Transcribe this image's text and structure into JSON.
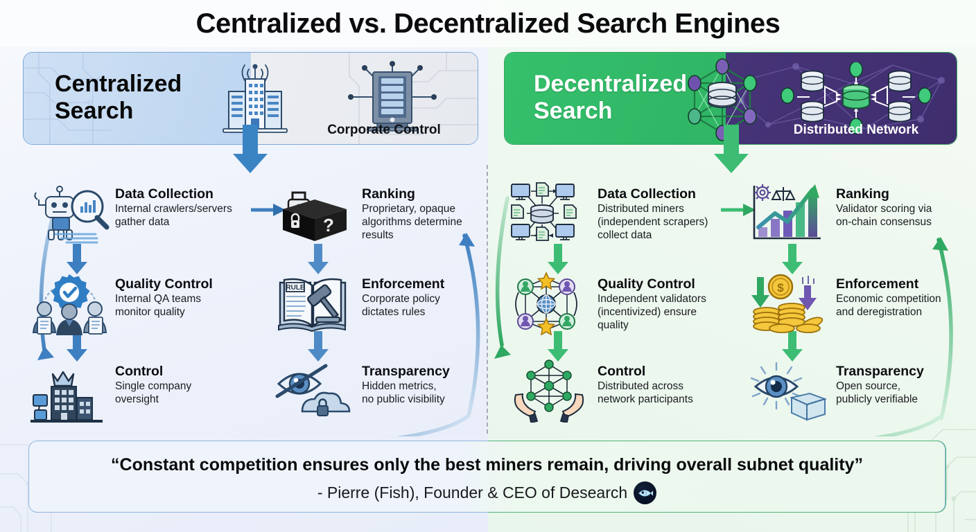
{
  "title": "Centralized vs. Decentralized Search Engines",
  "colors": {
    "left_accent": "#2f7fc4",
    "right_accent": "#2fb563",
    "left_banner_bg": "#c4daf2",
    "left_banner_bg2": "#e8ebef",
    "right_banner_bg": "#32bb68",
    "right_banner_bg2": "#433275",
    "title_color": "#0b0b0d"
  },
  "left": {
    "banner": {
      "heading": "Centralized\nSearch",
      "sublabel": "Corporate Control",
      "icon_building": "office-building-antenna-icon",
      "icon_server": "server-rack-icon"
    },
    "flow_arrow": "down-arrow-blue",
    "items": [
      {
        "title": "Data Collection",
        "desc": "Internal crawlers/servers\ngather data",
        "icon": "robot-magnifier-icon"
      },
      {
        "title": "Quality Control",
        "desc": "Internal QA teams\nmonitor quality",
        "icon": "qa-team-badge-icon"
      },
      {
        "title": "Control",
        "desc": "Single company\noversight",
        "icon": "crowned-company-building-icon"
      },
      {
        "title": "Ranking",
        "desc": "Proprietary, opaque\nalgorithms determine\nresults",
        "icon": "black-box-lock-question-icon"
      },
      {
        "title": "Enforcement",
        "desc": "Corporate policy\ndictates rules",
        "icon": "rulebook-gavel-icon"
      },
      {
        "title": "Transparency",
        "desc": "Hidden metrics,\nno public visibility",
        "icon": "crossed-eye-locked-cloud-icon"
      }
    ]
  },
  "right": {
    "banner": {
      "heading": "Decentralized\nSearch",
      "sublabel": "Distributed Network",
      "icon_cluster": "node-cluster-database-icon",
      "icon_network": "distributed-database-network-icon"
    },
    "flow_arrow": "down-arrow-green",
    "items": [
      {
        "title": "Data Collection",
        "desc": "Distributed miners\n(independent scrapers)\ncollect data",
        "icon": "distributed-computers-database-icon"
      },
      {
        "title": "Quality Control",
        "desc": "Independent validators\n(incentivized) ensure\nquality",
        "icon": "validator-network-star-icon"
      },
      {
        "title": "Control",
        "desc": "Distributed across\nnetwork participants",
        "icon": "hands-holding-network-icon"
      },
      {
        "title": "Ranking",
        "desc": "Validator scoring via\non-chain consensus",
        "icon": "growth-chart-scales-gear-icon"
      },
      {
        "title": "Enforcement",
        "desc": "Economic competition\nand deregistration",
        "icon": "coins-up-down-arrows-icon"
      },
      {
        "title": "Transparency",
        "desc": "Open source,\npublicly verifiable",
        "icon": "open-eye-glass-cube-icon"
      }
    ]
  },
  "quote": {
    "text": "“Constant competition ensures only the best miners remain, driving overall subnet quality”",
    "attribution": "- Pierre (Fish), Founder & CEO of Desearch",
    "badge_icon": "fish-logo-icon"
  }
}
